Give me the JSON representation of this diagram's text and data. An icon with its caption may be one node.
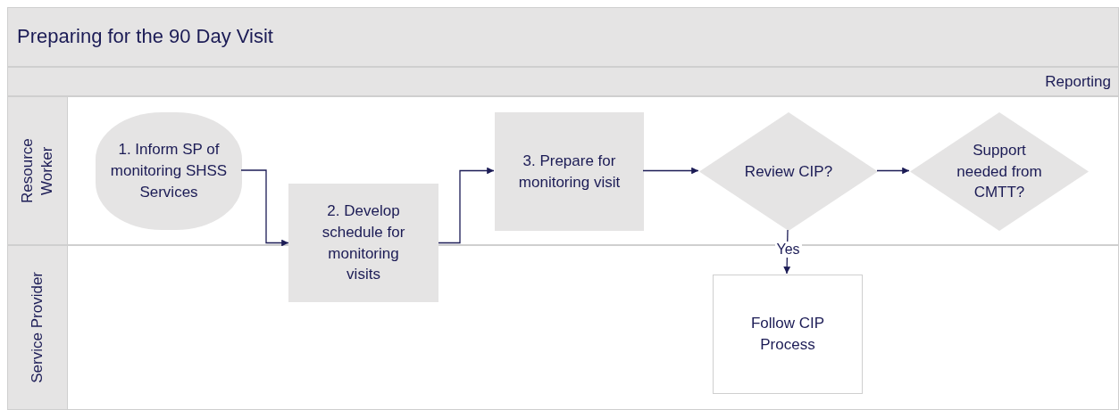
{
  "diagram": {
    "nodes": [
      {
        "text": [
          "Preparing for the 90 Day Visit"
        ]
      },
      {
        "text": [
          "Reporting"
        ]
      },
      {
        "text": [
          "Resource Worker"
        ]
      },
      {
        "text": [
          "Service Provider"
        ]
      },
      {
        "text": [
          "1. Inform SP of monitoring SHSS Services"
        ],
        "in": 2
      },
      {
        "text": [
          "2. Develop schedule for monitoring visits"
        ]
      },
      {
        "text": [
          "3. Prepare for monitoring visit"
        ],
        "in": 2
      },
      {
        "text": [
          "Review CIP?"
        ],
        "in": 2
      },
      {
        "text": [
          "Support needed from CMTT?"
        ],
        "in": 2
      },
      {
        "text": [
          "Follow CIP Process"
        ],
        "in": 3
      }
    ],
    "edges": [
      {
        "from": 4,
        "to": 5,
        "arrow": "to"
      },
      {
        "from": 5,
        "to": 6,
        "arrow": "to"
      },
      {
        "from": 6,
        "to": 7,
        "arrow": "to"
      },
      {
        "from": 7,
        "to": 8,
        "arrow": "to"
      },
      {
        "from": 7,
        "to": 9,
        "arrow": "to",
        "label": "Yes"
      }
    ]
  }
}
